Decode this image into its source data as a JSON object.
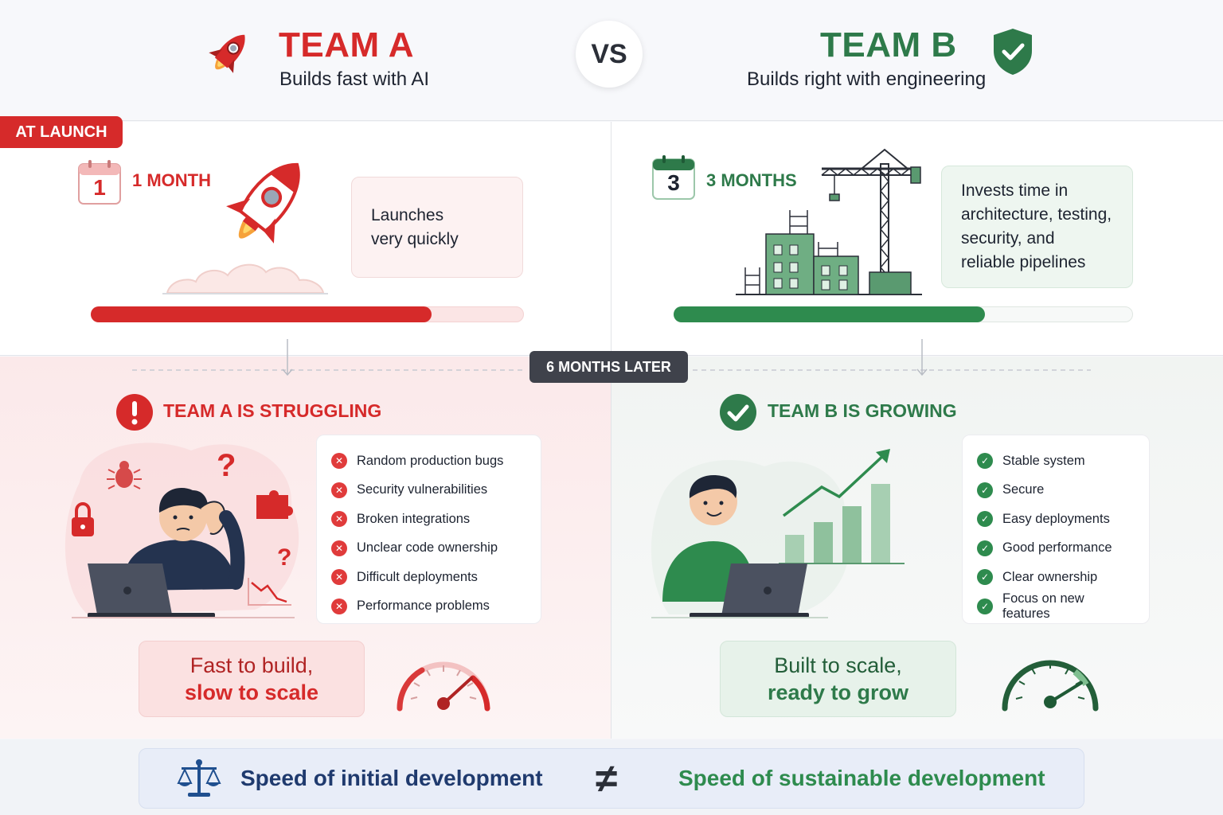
{
  "header": {
    "team_a": {
      "title": "TEAM A",
      "subtitle": "Builds fast with AI"
    },
    "vs": "VS",
    "team_b": {
      "title": "TEAM B",
      "subtitle": "Builds right with engineering"
    }
  },
  "launch": {
    "tag": "AT LAUNCH",
    "team_a": {
      "calendar_number": "1",
      "duration": "1 MONTH",
      "description": "Launches very quickly",
      "progress": 0.79
    },
    "team_b": {
      "calendar_number": "3",
      "duration": "3 MONTHS",
      "description": "Invests time in architecture, testing, security, and reliable pipelines",
      "progress": 0.68
    }
  },
  "later": {
    "tag": "6 MONTHS LATER",
    "team_a": {
      "status": "TEAM A IS STRUGGLING",
      "items": [
        "Random production bugs",
        "Security vulnerabilities",
        "Broken integrations",
        "Unclear code ownership",
        "Difficult deployments",
        "Performance problems"
      ],
      "summary_line1": "Fast to build,",
      "summary_line2": "slow to scale"
    },
    "team_b": {
      "status": "TEAM B IS GROWING",
      "items": [
        "Stable system",
        "Secure",
        "Easy deployments",
        "Good performance",
        "Clear ownership",
        "Focus on new features"
      ],
      "summary_line1": "Built to scale,",
      "summary_line2": "ready to grow"
    }
  },
  "footer": {
    "left": "Speed of initial development",
    "symbol": "≠",
    "right": "Speed of sustainable development"
  },
  "icons": {
    "team_a": "rocket-icon",
    "team_b": "shield-check-icon",
    "struggling": "exclamation-icon",
    "growing": "check-circle-icon",
    "footer": "scales-icon"
  },
  "colors": {
    "red": "#d62a2a",
    "green": "#2e8b4e",
    "footer_left": "#1f3a6e",
    "footer_right": "#2e8b4e",
    "red_light": "#fbe5e5",
    "green_light": "#e7f2ea"
  }
}
